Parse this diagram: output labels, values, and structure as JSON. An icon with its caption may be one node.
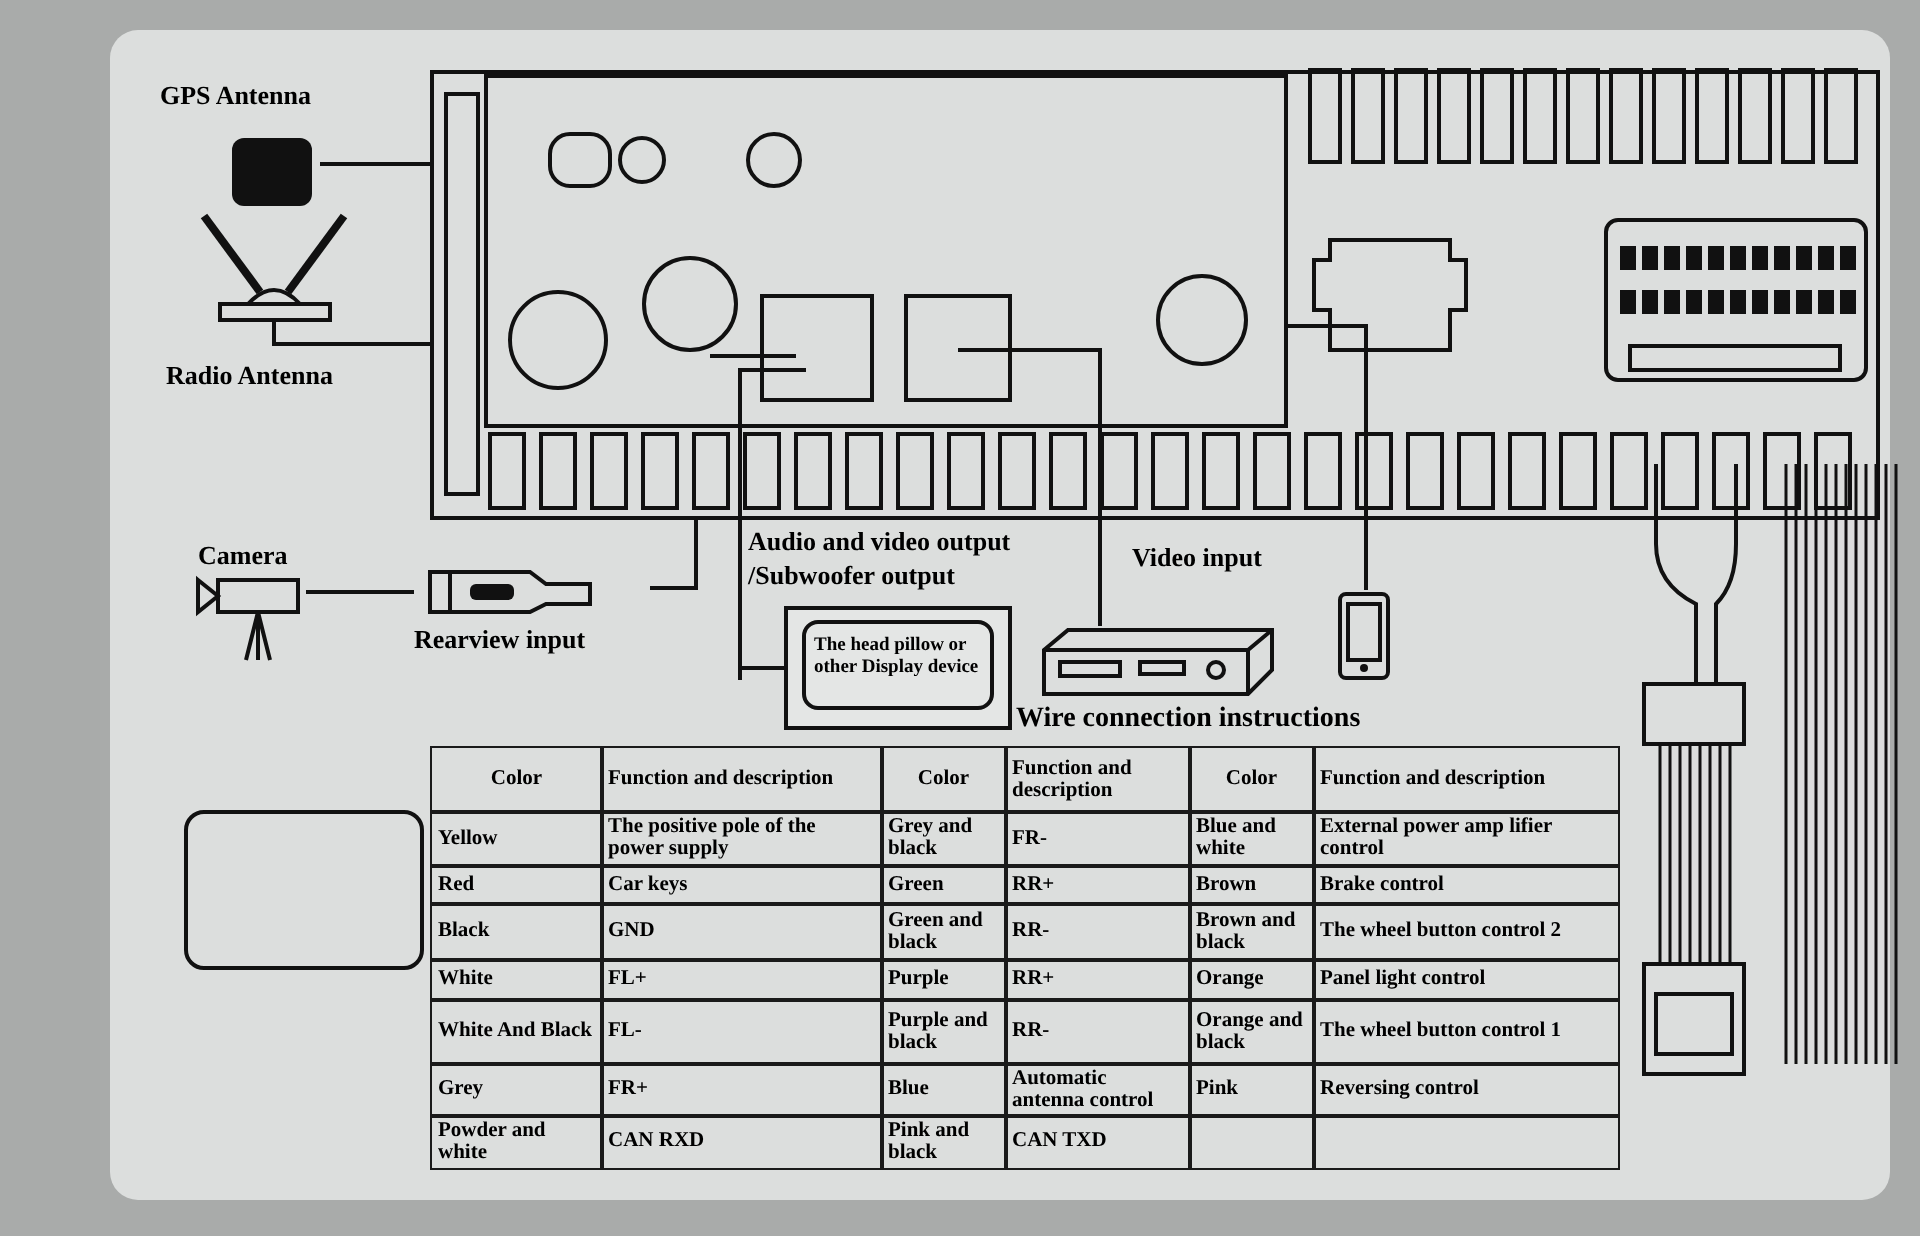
{
  "diagram": {
    "nodes": [
      {
        "text": [
          "GPS Antenna"
        ]
      },
      {
        "text": [
          "Radio Antenna"
        ]
      },
      {
        "text": [
          "Camera"
        ]
      },
      {
        "text": [
          "Rearview input"
        ]
      },
      {
        "text": [],
        "shape": "picture"
      },
      {
        "text": [
          "The head pillow or other Display device"
        ]
      },
      {
        "text": [],
        "shape": "picture"
      },
      {
        "text": [],
        "shape": "picture"
      }
    ],
    "edges": [
      {
        "from": 0,
        "to": 4,
        "arrow": "none"
      },
      {
        "from": 1,
        "to": 4,
        "arrow": "none"
      },
      {
        "from": 2,
        "to": 3,
        "arrow": "none"
      },
      {
        "from": 3,
        "to": 4,
        "arrow": "none"
      },
      {
        "from": 4,
        "to": 5,
        "arrow": "none",
        "label": "Audio and video output /Subwoofer output"
      },
      {
        "from": 6,
        "to": 4,
        "arrow": "none",
        "label": "Video input"
      },
      {
        "from": 7,
        "to": 4,
        "arrow": "none"
      }
    ],
    "labels": [
      "Wire connection instructions",
      "Color",
      "Function and description",
      "Color",
      "Function and description",
      "Color",
      "Function and description",
      "Yellow",
      "The positive pole of the power supply",
      "Grey and black",
      "FR-",
      "Blue and white",
      "External power amp lifier control",
      "Red",
      "Car keys",
      "Green",
      "RR+",
      "Brown",
      "Brake control",
      "Black",
      "GND",
      "Green and black",
      "RR-",
      "Brown and black",
      "The wheel button control 2",
      "White",
      "FL+",
      "Purple",
      "RR+",
      "Orange",
      "Panel light control",
      "White And Black",
      "FL-",
      "Purple and black",
      "RR-",
      "Orange and black",
      "The wheel button control 1",
      "Grey",
      "FR+",
      "Blue",
      "Automatic antenna control",
      "Pink",
      "Reversing control",
      "Powder and white",
      "CAN RXD",
      "Pink and black",
      "CAN TXD"
    ]
  }
}
